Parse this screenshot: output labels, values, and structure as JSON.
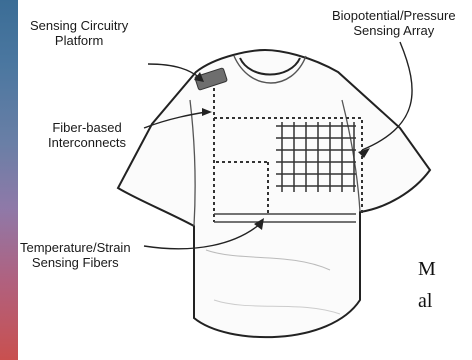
{
  "labels": {
    "platform": [
      "Sensing Circuitry",
      "Platform"
    ],
    "array": [
      "Biopotential/Pressure",
      "Sensing Array"
    ],
    "interconnects": [
      "Fiber-based",
      "Interconnects"
    ],
    "fibers": [
      "Temperature/Strain",
      "Sensing Fibers"
    ]
  },
  "caption": [
    "M",
    "al"
  ],
  "colors": {
    "strip_top": "#3b6d96",
    "strip_bottom": "#c9504f",
    "platform": "#6e6e6e"
  }
}
